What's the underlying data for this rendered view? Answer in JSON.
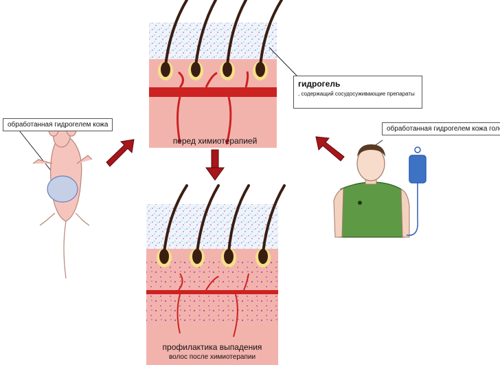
{
  "labels": {
    "hydrogel_title": "гидрогель",
    "hydrogel_subtitle": ", содержащий сосудосуживающие препараты",
    "mouse_label": "обработанная гидрогелем кожа",
    "human_label": "обработанная гидрогелем кожа головы",
    "before_caption": "перед химиотерапией",
    "after_caption_line1": "профилактика выпадения",
    "after_caption_line2": "волос после химиотерапии"
  },
  "colors": {
    "hydrogel_layer": "#eaf2f8",
    "dermis": "#f3b3ad",
    "vessel": "#cc2222",
    "arrow": "#a8151b",
    "hair": "#3a1e12",
    "shirt": "#5e9a45",
    "mouse_skin": "#f5c5bd",
    "drug_dots": "#b24aa8"
  }
}
